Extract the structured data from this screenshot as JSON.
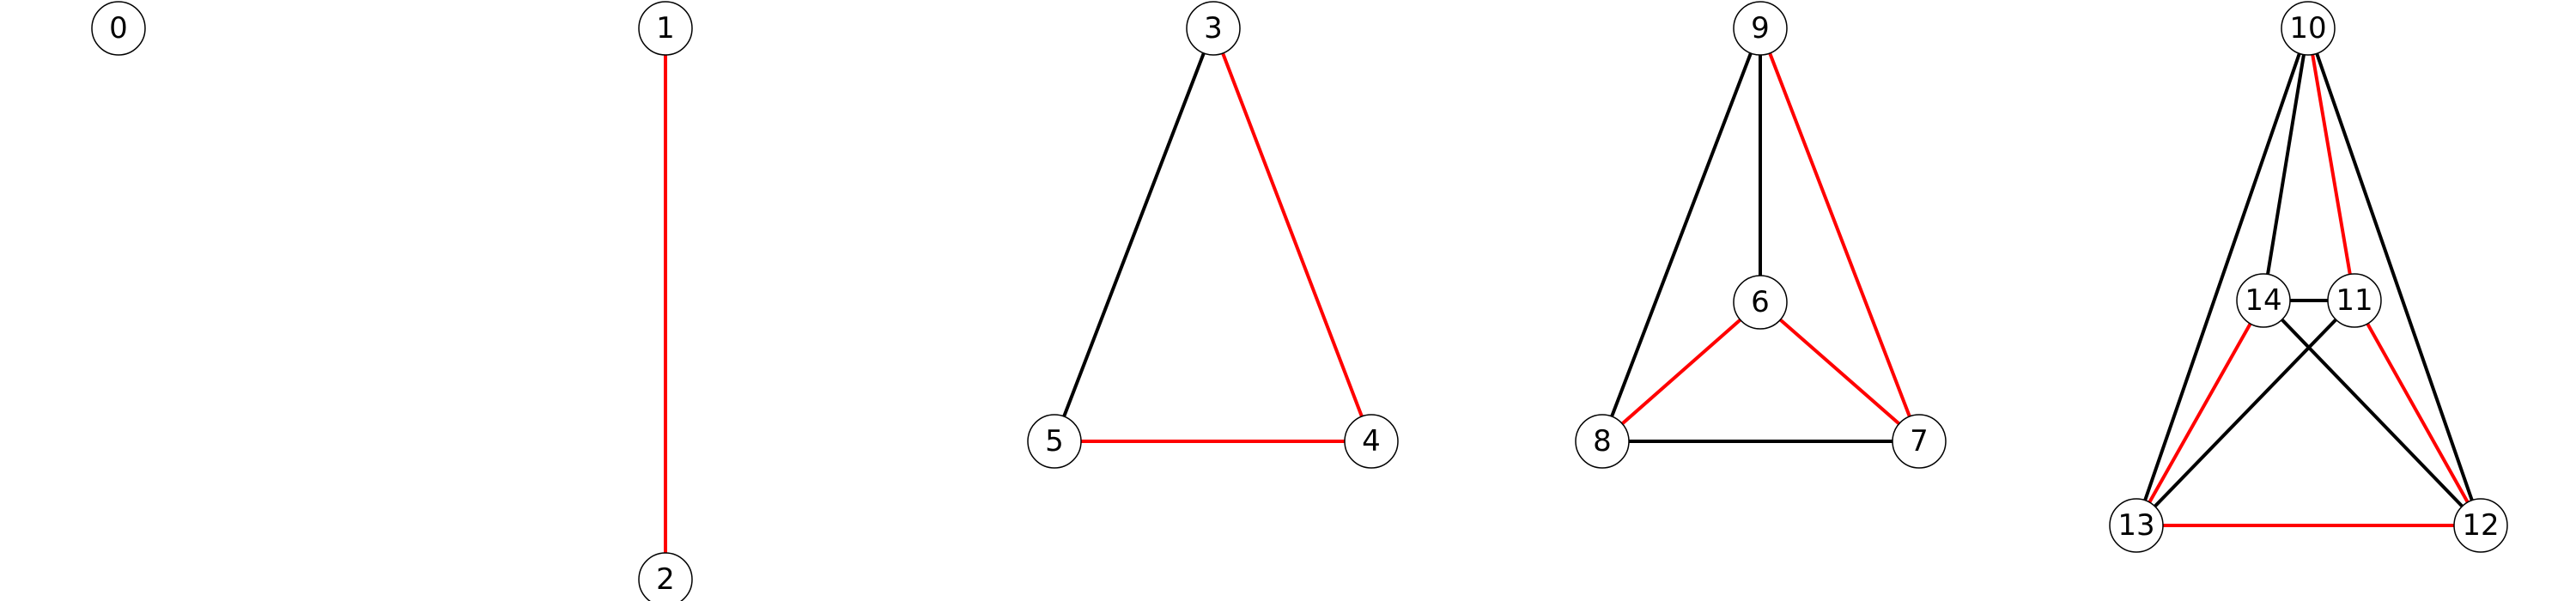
{
  "diagram": {
    "nodes": [
      {
        "id": "n0",
        "label": "0"
      },
      {
        "id": "n1",
        "label": "1"
      },
      {
        "id": "n2",
        "label": "2"
      },
      {
        "id": "n3",
        "label": "3"
      },
      {
        "id": "n4",
        "label": "4"
      },
      {
        "id": "n5",
        "label": "5"
      },
      {
        "id": "n6",
        "label": "6"
      },
      {
        "id": "n7",
        "label": "7"
      },
      {
        "id": "n8",
        "label": "8"
      },
      {
        "id": "n9",
        "label": "9"
      },
      {
        "id": "n10",
        "label": "10"
      },
      {
        "id": "n11",
        "label": "11"
      },
      {
        "id": "n12",
        "label": "12"
      },
      {
        "id": "n13",
        "label": "13"
      },
      {
        "id": "n14",
        "label": "14"
      }
    ],
    "edges": [
      {
        "from": "n1",
        "to": "n2",
        "color": "red"
      },
      {
        "from": "n3",
        "to": "n5",
        "color": "black"
      },
      {
        "from": "n3",
        "to": "n4",
        "color": "red"
      },
      {
        "from": "n5",
        "to": "n4",
        "color": "red"
      },
      {
        "from": "n9",
        "to": "n8",
        "color": "black"
      },
      {
        "from": "n9",
        "to": "n6",
        "color": "black"
      },
      {
        "from": "n9",
        "to": "n7",
        "color": "red"
      },
      {
        "from": "n6",
        "to": "n8",
        "color": "red"
      },
      {
        "from": "n6",
        "to": "n7",
        "color": "red"
      },
      {
        "from": "n8",
        "to": "n7",
        "color": "black"
      },
      {
        "from": "n10",
        "to": "n13",
        "color": "black"
      },
      {
        "from": "n10",
        "to": "n14",
        "color": "black"
      },
      {
        "from": "n10",
        "to": "n11",
        "color": "red"
      },
      {
        "from": "n10",
        "to": "n12",
        "color": "black"
      },
      {
        "from": "n14",
        "to": "n11",
        "color": "black"
      },
      {
        "from": "n14",
        "to": "n13",
        "color": "red"
      },
      {
        "from": "n14",
        "to": "n12",
        "color": "black"
      },
      {
        "from": "n11",
        "to": "n13",
        "color": "black"
      },
      {
        "from": "n11",
        "to": "n12",
        "color": "red"
      },
      {
        "from": "n13",
        "to": "n12",
        "color": "red"
      }
    ],
    "colors": {
      "red": "#ff0000",
      "black": "#000000",
      "node_fill": "#ffffff",
      "node_stroke": "#000000"
    }
  }
}
